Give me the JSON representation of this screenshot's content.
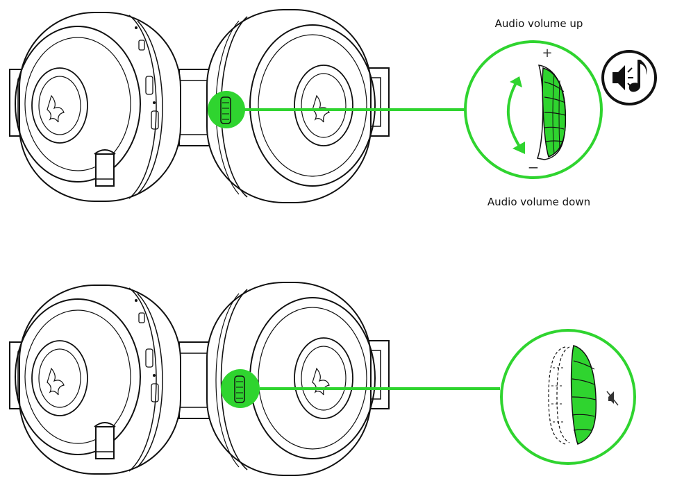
{
  "colors": {
    "accent": "#2fd42f",
    "accent_dark": "#1a8f1a",
    "line": "#111111",
    "background": "#ffffff"
  },
  "panels": [
    {
      "id": "volume",
      "label_top": "Audio volume up",
      "label_bottom": "Audio volume down",
      "plus_sign": "+",
      "minus_sign": "−",
      "icon": "volume-music-icon"
    },
    {
      "id": "mute",
      "icon": "mute-speaker-icon"
    }
  ]
}
